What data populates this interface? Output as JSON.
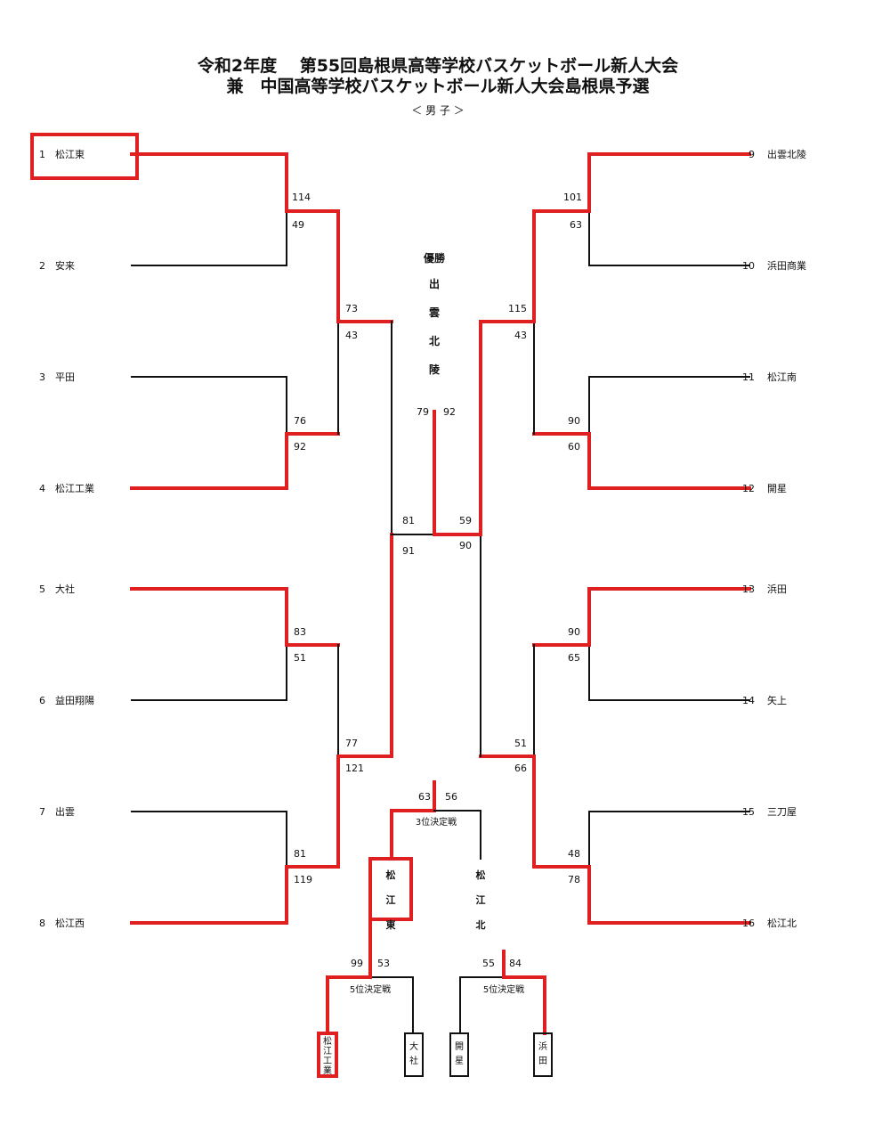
{
  "header": {
    "title_line1": "令和2年度　 第55回島根県高等学校バスケットボール新人大会",
    "title_line2": "兼　中国高等学校バスケットボール新人大会島根県予選",
    "subtitle": "＜ 男 子 ＞"
  },
  "champion": {
    "label": "優勝",
    "name": "出雲北陵"
  },
  "teams": [
    {
      "seed": "1",
      "name": "松江東"
    },
    {
      "seed": "2",
      "name": "安来"
    },
    {
      "seed": "3",
      "name": "平田"
    },
    {
      "seed": "4",
      "name": "松江工業"
    },
    {
      "seed": "5",
      "name": "大社"
    },
    {
      "seed": "6",
      "name": "益田翔陽"
    },
    {
      "seed": "7",
      "name": "出雲"
    },
    {
      "seed": "8",
      "name": "松江西"
    },
    {
      "seed": "9",
      "name": "出雲北陵"
    },
    {
      "seed": "10",
      "name": "浜田商業"
    },
    {
      "seed": "11",
      "name": "松江南"
    },
    {
      "seed": "12",
      "name": "開星"
    },
    {
      "seed": "13",
      "name": "浜田"
    },
    {
      "seed": "14",
      "name": "矢上"
    },
    {
      "seed": "15",
      "name": "三刀屋"
    },
    {
      "seed": "16",
      "name": "松江北"
    }
  ],
  "scores": {
    "m1": [
      "114",
      "49"
    ],
    "m2": [
      "76",
      "92"
    ],
    "m3": [
      "83",
      "51"
    ],
    "m4": [
      "81",
      "119"
    ],
    "m5": [
      "73",
      "43"
    ],
    "m6": [
      "77",
      "121"
    ],
    "m7": [
      "81",
      "91"
    ],
    "m8": [
      "101",
      "63"
    ],
    "m9": [
      "59",
      "90"
    ],
    "m10": [
      "90",
      "65"
    ],
    "m11": [
      "48",
      "78"
    ],
    "m12": [
      "115",
      "43"
    ],
    "m13": [
      "51",
      "66"
    ],
    "m14": [
      "90",
      "60"
    ],
    "final": [
      "79",
      "92"
    ],
    "third": [
      "63",
      "56"
    ],
    "fifth_a": [
      "99",
      "53"
    ],
    "fifth_b": [
      "55",
      "84"
    ]
  },
  "placement": {
    "third_label": "3位決定戦",
    "fifth_label": "5位決定戦",
    "third_left": "松江東",
    "third_right": "松江北",
    "fifth_teams": [
      "松江工業",
      "大社",
      "開星",
      "浜田"
    ]
  },
  "colors": {
    "winner": "#e02020",
    "line": "#111111"
  }
}
